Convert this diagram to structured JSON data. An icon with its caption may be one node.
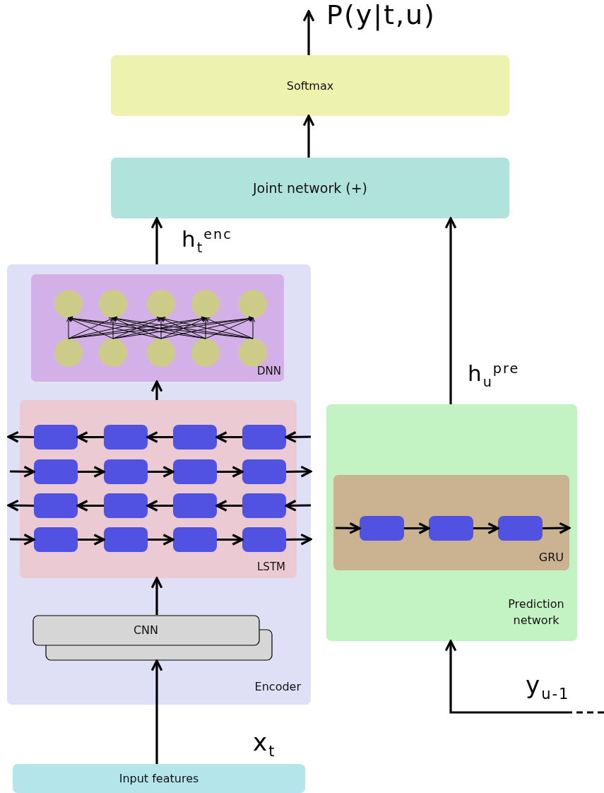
{
  "diagram": {
    "nodes": [
      {
        "text": [
          "Softmax"
        ]
      },
      {
        "text": [
          "Joint network (+)"
        ]
      },
      {
        "text": [
          "Encoder"
        ]
      },
      {
        "text": [
          "DNN"
        ],
        "in": 2
      },
      {
        "text": [],
        "shape": "circle",
        "in": 3
      },
      {
        "text": [],
        "shape": "circle",
        "in": 3
      },
      {
        "text": [],
        "shape": "circle",
        "in": 3
      },
      {
        "text": [],
        "shape": "circle",
        "in": 3
      },
      {
        "text": [],
        "shape": "circle",
        "in": 3
      },
      {
        "text": [],
        "shape": "circle",
        "in": 3
      },
      {
        "text": [],
        "shape": "circle",
        "in": 3
      },
      {
        "text": [],
        "shape": "circle",
        "in": 3
      },
      {
        "text": [],
        "shape": "circle",
        "in": 3
      },
      {
        "text": [],
        "shape": "circle",
        "in": 3
      },
      {
        "text": [
          "LSTM"
        ],
        "in": 2
      },
      {
        "text": [],
        "shape": "box",
        "in": 14
      },
      {
        "text": [],
        "shape": "box",
        "in": 14
      },
      {
        "text": [],
        "shape": "box",
        "in": 14
      },
      {
        "text": [],
        "shape": "box",
        "in": 14
      },
      {
        "text": [],
        "shape": "box",
        "in": 14
      },
      {
        "text": [],
        "shape": "box",
        "in": 14
      },
      {
        "text": [],
        "shape": "box",
        "in": 14
      },
      {
        "text": [],
        "shape": "box",
        "in": 14
      },
      {
        "text": [],
        "shape": "box",
        "in": 14
      },
      {
        "text": [],
        "shape": "box",
        "in": 14
      },
      {
        "text": [],
        "shape": "box",
        "in": 14
      },
      {
        "text": [],
        "shape": "box",
        "in": 14
      },
      {
        "text": [],
        "shape": "box",
        "in": 14
      },
      {
        "text": [],
        "shape": "box",
        "in": 14
      },
      {
        "text": [],
        "shape": "box",
        "in": 14
      },
      {
        "text": [],
        "shape": "box",
        "in": 14
      },
      {
        "text": [
          "CNN"
        ],
        "in": 2
      },
      {
        "text": [
          "Prediction network"
        ]
      },
      {
        "text": [
          "GRU"
        ],
        "in": 32
      },
      {
        "text": [],
        "shape": "box",
        "in": 33
      },
      {
        "text": [],
        "shape": "box",
        "in": 33
      },
      {
        "text": [],
        "shape": "box",
        "in": 33
      },
      {
        "text": [
          "Input features"
        ]
      }
    ],
    "edges": [
      {
        "from": 0,
        "to": null,
        "arrow": "to",
        "label": "P(y|t,u)"
      },
      {
        "from": 1,
        "to": 0,
        "arrow": "to"
      },
      {
        "from": 2,
        "to": 1,
        "arrow": "to",
        "label": "h$_{t}$$^{enc}$"
      },
      {
        "from": 14,
        "to": 3,
        "arrow": "to"
      },
      {
        "from": 31,
        "to": 14,
        "arrow": "to"
      },
      {
        "from": 37,
        "to": 31,
        "arrow": "to",
        "label": "x$_{t}$"
      },
      {
        "from": 9,
        "to": 4,
        "arrow": "to"
      },
      {
        "from": 9,
        "to": 5,
        "arrow": "to"
      },
      {
        "from": 9,
        "to": 6,
        "arrow": "to"
      },
      {
        "from": 9,
        "to": 7,
        "arrow": "to"
      },
      {
        "from": 9,
        "to": 8,
        "arrow": "to"
      },
      {
        "from": 10,
        "to": 4,
        "arrow": "to"
      },
      {
        "from": 10,
        "to": 5,
        "arrow": "to"
      },
      {
        "from": 10,
        "to": 6,
        "arrow": "to"
      },
      {
        "from": 10,
        "to": 7,
        "arrow": "to"
      },
      {
        "from": 10,
        "to": 8,
        "arrow": "to"
      },
      {
        "from": 11,
        "to": 4,
        "arrow": "to"
      },
      {
        "from": 11,
        "to": 5,
        "arrow": "to"
      },
      {
        "from": 11,
        "to": 6,
        "arrow": "to"
      },
      {
        "from": 11,
        "to": 7,
        "arrow": "to"
      },
      {
        "from": 11,
        "to": 8,
        "arrow": "to"
      },
      {
        "from": 12,
        "to": 4,
        "arrow": "to"
      },
      {
        "from": 12,
        "to": 5,
        "arrow": "to"
      },
      {
        "from": 12,
        "to": 6,
        "arrow": "to"
      },
      {
        "from": 12,
        "to": 7,
        "arrow": "to"
      },
      {
        "from": 12,
        "to": 8,
        "arrow": "to"
      },
      {
        "from": 13,
        "to": 4,
        "arrow": "to"
      },
      {
        "from": 13,
        "to": 5,
        "arrow": "to"
      },
      {
        "from": 13,
        "to": 6,
        "arrow": "to"
      },
      {
        "from": 13,
        "to": 7,
        "arrow": "to"
      },
      {
        "from": 13,
        "to": 8,
        "arrow": "to"
      },
      {
        "from": null,
        "to": 18,
        "arrow": "to"
      },
      {
        "from": 18,
        "to": 17,
        "arrow": "to"
      },
      {
        "from": 17,
        "to": 16,
        "arrow": "to"
      },
      {
        "from": 16,
        "to": 15,
        "arrow": "to"
      },
      {
        "from": 15,
        "to": null,
        "arrow": "to"
      },
      {
        "from": null,
        "to": 19,
        "arrow": "to"
      },
      {
        "from": 19,
        "to": 20,
        "arrow": "to"
      },
      {
        "from": 20,
        "to": 21,
        "arrow": "to"
      },
      {
        "from": 21,
        "to": 22,
        "arrow": "to"
      },
      {
        "from": 22,
        "to": null,
        "arrow": "to"
      },
      {
        "from": null,
        "to": 26,
        "arrow": "to"
      },
      {
        "from": 26,
        "to": 25,
        "arrow": "to"
      },
      {
        "from": 25,
        "to": 24,
        "arrow": "to"
      },
      {
        "from": 24,
        "to": 23,
        "arrow": "to"
      },
      {
        "from": 23,
        "to": null,
        "arrow": "to"
      },
      {
        "from": null,
        "to": 27,
        "arrow": "to"
      },
      {
        "from": 27,
        "to": 28,
        "arrow": "to"
      },
      {
        "from": 28,
        "to": 29,
        "arrow": "to"
      },
      {
        "from": 29,
        "to": 30,
        "arrow": "to"
      },
      {
        "from": 30,
        "to": null,
        "arrow": "to"
      },
      {
        "from": null,
        "to": 34,
        "arrow": "to"
      },
      {
        "from": 34,
        "to": 35,
        "arrow": "to"
      },
      {
        "from": 35,
        "to": 36,
        "arrow": "to"
      },
      {
        "from": 36,
        "to": null,
        "arrow": "to"
      },
      {
        "from": 32,
        "to": 1,
        "arrow": "to",
        "label": "h$_{u}$$^{pre}$"
      },
      {
        "from": null,
        "to": 32,
        "arrow": "to",
        "label": "y$_{u-1}$"
      }
    ]
  }
}
